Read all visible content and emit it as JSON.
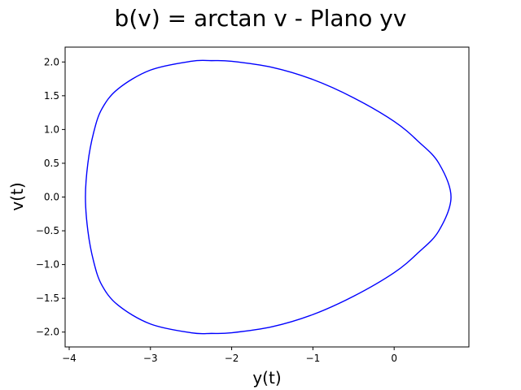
{
  "chart_data": {
    "type": "line",
    "title": "b(v) = arctan v - Plano yv",
    "xlabel": "y(t)",
    "ylabel": "v(t)",
    "xlim": [
      -4.05,
      0.92
    ],
    "ylim": [
      -2.22,
      2.22
    ],
    "xticks": [
      -4,
      -3,
      -2,
      -1,
      0
    ],
    "xtick_labels": [
      "−4",
      "−3",
      "−2",
      "−1",
      "0"
    ],
    "yticks": [
      -2.0,
      -1.5,
      -1.0,
      -0.5,
      0.0,
      0.5,
      1.0,
      1.5,
      2.0
    ],
    "ytick_labels": [
      "−2.0",
      "−1.5",
      "−1.0",
      "−0.5",
      "0.0",
      "0.5",
      "1.0",
      "1.5",
      "2.0"
    ],
    "grid": false,
    "series": [
      {
        "color": "#0000ff",
        "closed": true,
        "x": [
          0.7,
          0.55,
          0.3,
          0.0,
          -0.5,
          -1.0,
          -1.5,
          -2.0,
          -2.25,
          -2.5,
          -3.0,
          -3.4,
          -3.6,
          -3.7,
          -3.77,
          -3.8,
          -3.77,
          -3.7,
          -3.6,
          -3.4,
          -3.0,
          -2.5,
          -2.25,
          -2.0,
          -1.5,
          -1.0,
          -0.5,
          0.0,
          0.3,
          0.55,
          0.7
        ],
        "y": [
          0.0,
          0.5,
          0.82,
          1.12,
          1.47,
          1.74,
          1.92,
          2.01,
          2.02,
          2.01,
          1.88,
          1.6,
          1.3,
          0.95,
          0.5,
          0.0,
          -0.5,
          -0.95,
          -1.3,
          -1.6,
          -1.88,
          -2.01,
          -2.02,
          -2.01,
          -1.92,
          -1.74,
          -1.47,
          -1.12,
          -0.82,
          -0.5,
          0.0
        ]
      }
    ]
  }
}
